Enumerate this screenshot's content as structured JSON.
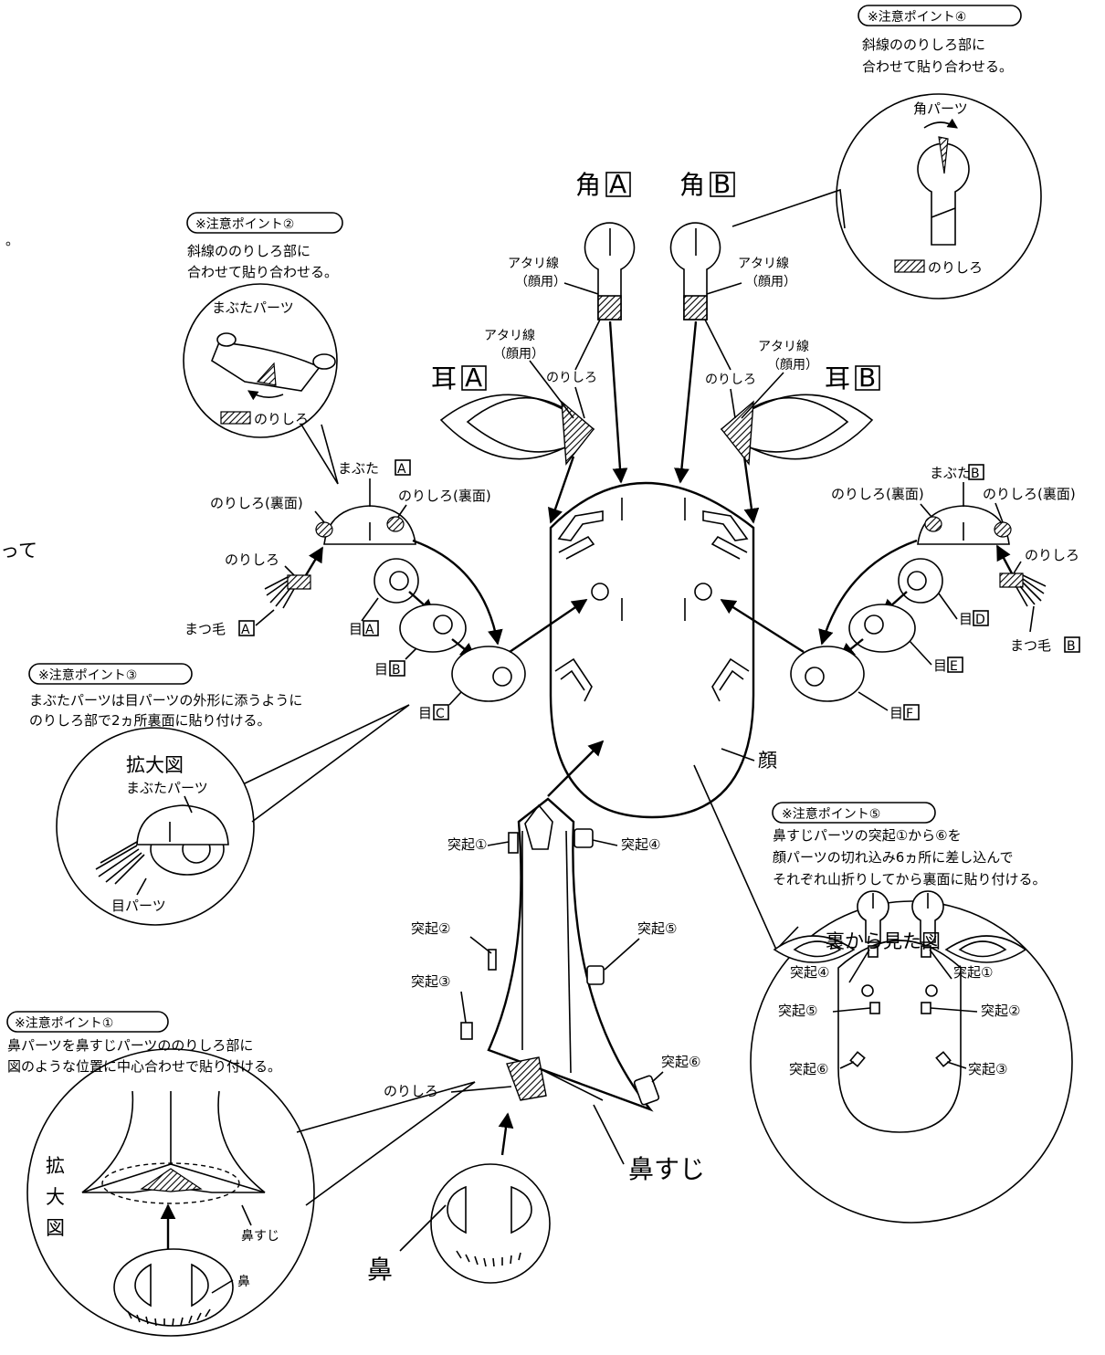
{
  "horn_a": {
    "label": "角",
    "letter": "A",
    "guide": "アタリ線",
    "guide_sub": "（顔用）",
    "glue": "のりしろ"
  },
  "horn_b": {
    "label": "角",
    "letter": "B",
    "guide": "アタリ線",
    "guide_sub": "（顔用）",
    "glue": "のりしろ"
  },
  "ear_a": {
    "label": "耳",
    "letter": "A",
    "guide": "アタリ線",
    "guide_sub": "（顔用）",
    "glue": "のりしろ"
  },
  "ear_b": {
    "label": "耳",
    "letter": "B",
    "guide": "アタリ線",
    "guide_sub": "（顔用）",
    "glue": "のりしろ"
  },
  "note2": {
    "title": "※注意ポイント②",
    "line1": "斜線ののりしろ部に",
    "line2": "合わせて貼り合わせる。",
    "bubble_title": "まぶたパーツ",
    "bubble_legend": "のりしろ"
  },
  "note4": {
    "title": "※注意ポイント④",
    "line1": "斜線ののりしろ部に",
    "line2": "合わせて貼り合わせる。",
    "bubble_title": "角パーツ",
    "bubble_legend": "のりしろ"
  },
  "note3": {
    "title": "※注意ポイント③",
    "line1": "まぶたパーツは目パーツの外形に添うように",
    "line2": "のりしろ部で2ヵ所裏面に貼り付ける。",
    "bubble_title": "拡大図",
    "bubble_eyelid": "まぶたパーツ",
    "bubble_eye": "目パーツ"
  },
  "note5": {
    "title": "※注意ポイント⑤",
    "line1": "鼻すじパーツの突起①から⑥を",
    "line2": "顔パーツの切れ込み6ヵ所に差し込んで",
    "line3": "それぞれ山折りしてから裏面に貼り付ける。",
    "bubble_title": "裏から見た図"
  },
  "note1": {
    "title": "※注意ポイント①",
    "line1": "鼻パーツを鼻すじパーツののりしろ部に",
    "line2": "図のような位置に中心合わせで貼り付ける。",
    "bubble_title_1": "拡",
    "bubble_title_2": "大",
    "bubble_title_3": "図",
    "bubble_ridge": "鼻すじ",
    "bubble_nose": "鼻"
  },
  "left_side": {
    "eyelid": "まぶた",
    "eyelid_letter": "A",
    "glue_back_1": "のりしろ(裏面)",
    "glue_back_2": "のりしろ(裏面)",
    "glue": "のりしろ",
    "lash": "まつ毛",
    "lash_letter": "A",
    "eye_a": "目",
    "eye_a_letter": "A",
    "eye_b": "目",
    "eye_b_letter": "B",
    "eye_c": "目",
    "eye_c_letter": "C"
  },
  "right_side": {
    "eyelid": "まぶた",
    "eyelid_letter": "B",
    "glue_back_1": "のりしろ(裏面)",
    "glue_back_2": "のりしろ(裏面)",
    "glue": "のりしろ",
    "lash": "まつ毛",
    "lash_letter": "B",
    "eye_d": "目",
    "eye_d_letter": "D",
    "eye_e": "目",
    "eye_e_letter": "E",
    "eye_f": "目",
    "eye_f_letter": "F"
  },
  "face_label": "顔",
  "nose_ridge_label": "鼻すじ",
  "nose_label": "鼻",
  "ridge_glue": "のりしろ",
  "tabs": {
    "t1": "突起①",
    "t2": "突起②",
    "t3": "突起③",
    "t4": "突起④",
    "t5": "突起⑤",
    "t6": "突起⑥"
  },
  "back_tabs": {
    "t4": "突起④",
    "t1": "突起①",
    "t5": "突起⑤",
    "t2": "突起②",
    "t6": "突起⑥",
    "t3": "突起③"
  },
  "edge_left_1": "。",
  "edge_left_2": "って"
}
